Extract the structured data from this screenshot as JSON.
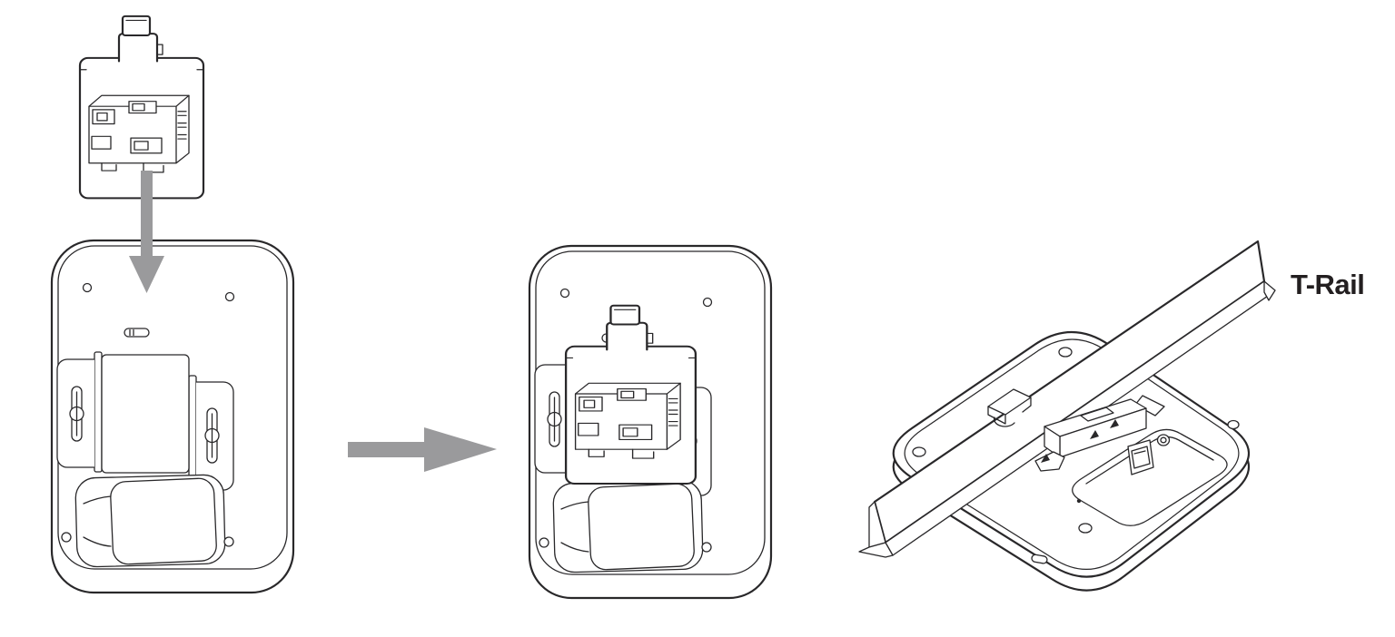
{
  "diagram": {
    "labels": {
      "t_rail": "T-Rail"
    },
    "icons": {
      "arrow_down": "arrow-down",
      "arrow_right": "arrow-right"
    },
    "colors": {
      "line": "#29282a",
      "arrow": "#9a9a9c",
      "background": "#ffffff",
      "label_text": "#231f20"
    }
  }
}
